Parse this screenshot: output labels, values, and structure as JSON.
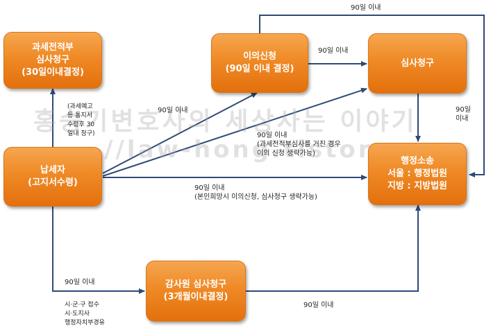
{
  "colors": {
    "box_fill": "#ef8a26",
    "arrow": "#2e4a75",
    "text": "#ffffff"
  },
  "watermark": {
    "line1": "홍승기변호사의 세상사는 이야기",
    "line2": "//law-hong.tistory"
  },
  "nodes": {
    "tribunal": [
      "과세전적부",
      "심사청구",
      "(30일이내결정)"
    ],
    "taxpayer": [
      "납세자",
      "(고지서수령)"
    ],
    "objection": [
      "이의신청",
      "(90일 이내 결정)"
    ],
    "review": [
      "심사청구"
    ],
    "litigation": [
      "행정소송",
      "서울 : 행정법원",
      "지방 : 지방법원"
    ],
    "audit": [
      "감사원 심사청구",
      "(3개월이내결정)"
    ]
  },
  "labels": {
    "top_loop": "90일 이내",
    "obj_to_review": "90일 이내",
    "review_to_court": [
      "90일",
      "이내"
    ],
    "to_objection": "90일 이내",
    "to_review_diag": [
      "90일 이내",
      "(과세전적부심사를 거친 경우",
      "이의 신청 생략가능)"
    ],
    "to_court_direct": [
      "90일 이내",
      "(본인희망시 이의신청, 심사청구 생략가능)"
    ],
    "to_audit": "90일 이내",
    "audit_to_court": "90일 이내"
  },
  "notes": {
    "pre_notice": [
      "(과세예고",
      "등 통지서",
      "수령후 30",
      "일내 청구)"
    ],
    "filing_route": [
      "시·군·구 접수",
      "시·도지사",
      "행정자치부경유"
    ]
  }
}
